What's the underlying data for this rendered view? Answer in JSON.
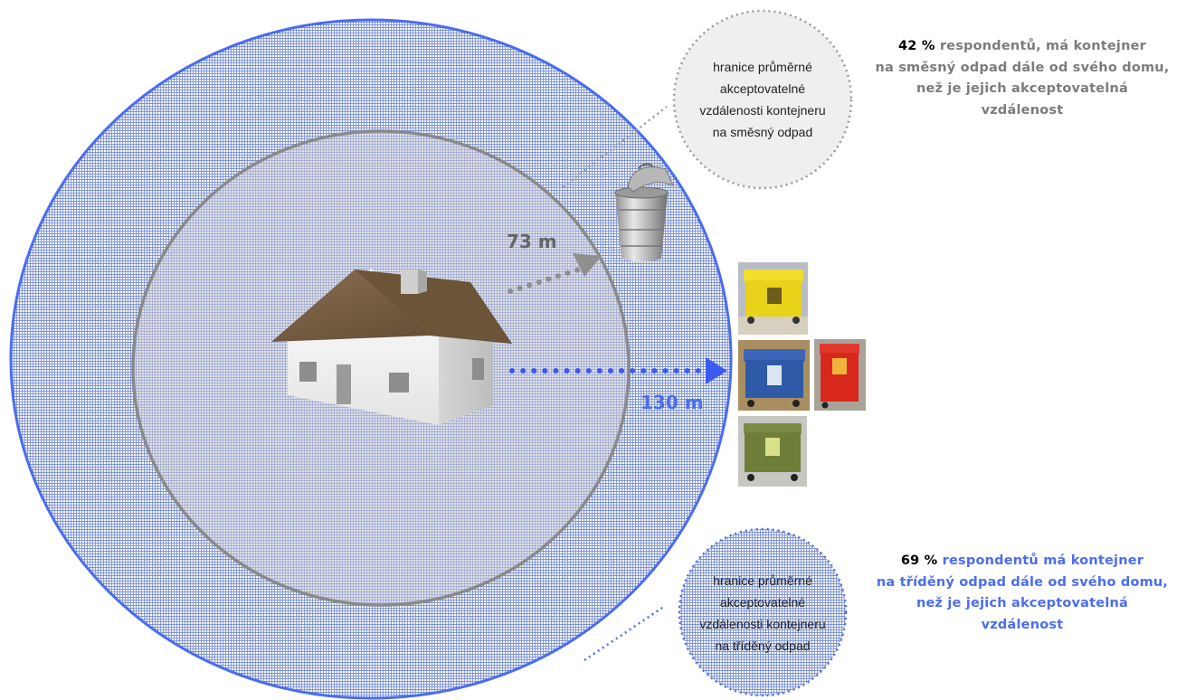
{
  "distances": {
    "mixed": "73 m",
    "sorted": "130 m"
  },
  "callouts": {
    "mixed_boundary": [
      "hranice průměrné",
      "akceptovatelné",
      "vzdálenosti kontejneru",
      "na směsný odpad"
    ],
    "sorted_boundary": [
      "hranice průměrné",
      "akceptovatelné",
      "vzdálenosti kontejneru",
      "na tříděný odpad"
    ]
  },
  "stats": {
    "mixed": {
      "percent": "42 %",
      "line1_rest": " respondentů, má kontejner",
      "line2": "na směsný odpad dále od svého domu,",
      "line3": "než je jejich akceptovatelná",
      "line4": "vzdálenost"
    },
    "sorted": {
      "percent": "69 %",
      "line1_rest": " respondentů má kontejner",
      "line2": "na tříděný odpad dále od svého domu,",
      "line3": "než je jejich akceptovatelná",
      "line4": "vzdálenost"
    }
  },
  "colors": {
    "outer_ring": "#4a6cf0",
    "inner_ring": "#8a8a8a",
    "blue_text": "#4b6df0",
    "gray_text": "#7c7c7c",
    "bins": [
      "#e8d21a",
      "#2f5aa8",
      "#d8281e",
      "#6f7f3a"
    ]
  },
  "icons": [
    "house-icon",
    "trash-can-icon",
    "yellow-container-icon",
    "blue-container-icon",
    "red-container-icon",
    "green-container-icon"
  ]
}
